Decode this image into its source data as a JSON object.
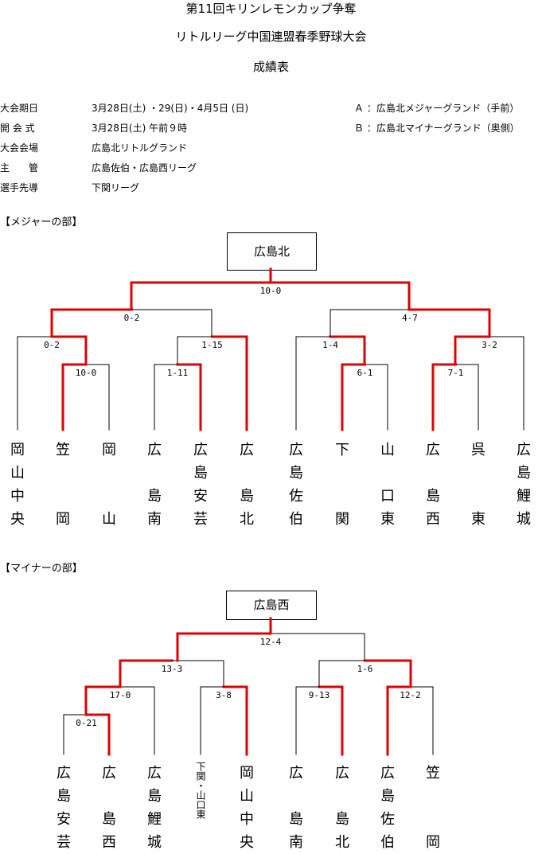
{
  "header": {
    "title1": "第11回キリンレモンカップ争奪",
    "title2": "リトルリーグ中国連盟春季野球大会",
    "title3": "成績表"
  },
  "info": {
    "rows": [
      {
        "label": "大会期日",
        "value": "3月28日(土) ・29(日)・4月5日 (日)"
      },
      {
        "label": "開 会 式",
        "value": "3月28日(土)  午前９時"
      },
      {
        "label": "大会会場",
        "value": "広島北リトルグランド"
      },
      {
        "label": "主　　管",
        "value": "広島佐伯・広島西リーグ"
      },
      {
        "label": "選手先導",
        "value": "下関リーグ"
      }
    ],
    "grounds": [
      "Ａ ：広島北メジャーグランド（手前）",
      "Ｂ ：広島北マイナーグランド（奥側）"
    ]
  },
  "major": {
    "heading": "【メジャーの部】",
    "champion": "広島北",
    "teams": [
      [
        "岡",
        "山",
        "中",
        "央"
      ],
      [
        "笠",
        "",
        "",
        "岡"
      ],
      [
        "岡",
        "",
        "",
        "山"
      ],
      [
        "広",
        "",
        "島",
        "南"
      ],
      [
        "広",
        "島",
        "安",
        "芸"
      ],
      [
        "広",
        "",
        "島",
        "北"
      ],
      [
        "広",
        "島",
        "佐",
        "伯"
      ],
      [
        "下",
        "",
        "",
        "関"
      ],
      [
        "山",
        "",
        "口",
        "東"
      ],
      [
        "広",
        "",
        "島",
        "西"
      ],
      [
        "呉",
        "",
        "",
        "東"
      ],
      [
        "広",
        "島",
        "鯉",
        "城"
      ]
    ],
    "scores": [
      "10-0",
      "0-2",
      "4-7",
      "0-2",
      "1-15",
      "1-4",
      "3-2",
      "10-0",
      "1-11",
      "6-1",
      "7-1"
    ]
  },
  "minor": {
    "heading": "【マイナーの部】",
    "champion": "広島西",
    "teams": [
      [
        "広",
        "島",
        "安",
        "芸"
      ],
      [
        "広",
        "",
        "島",
        "西"
      ],
      [
        "広",
        "島",
        "鯉",
        "城"
      ],
      [
        "下関・山口東"
      ],
      [
        "岡",
        "山",
        "中",
        "央"
      ],
      [
        "広",
        "",
        "島",
        "南"
      ],
      [
        "広",
        "",
        "島",
        "北"
      ],
      [
        "広",
        "島",
        "佐",
        "伯"
      ],
      [
        "笠",
        "",
        "",
        "岡"
      ]
    ],
    "scores": [
      "12-4",
      "13-3",
      "1-6",
      "17-0",
      "3-8",
      "9-13",
      "12-2",
      "0-21"
    ]
  },
  "colors": {
    "win": "#e00000",
    "line": "#000000"
  }
}
